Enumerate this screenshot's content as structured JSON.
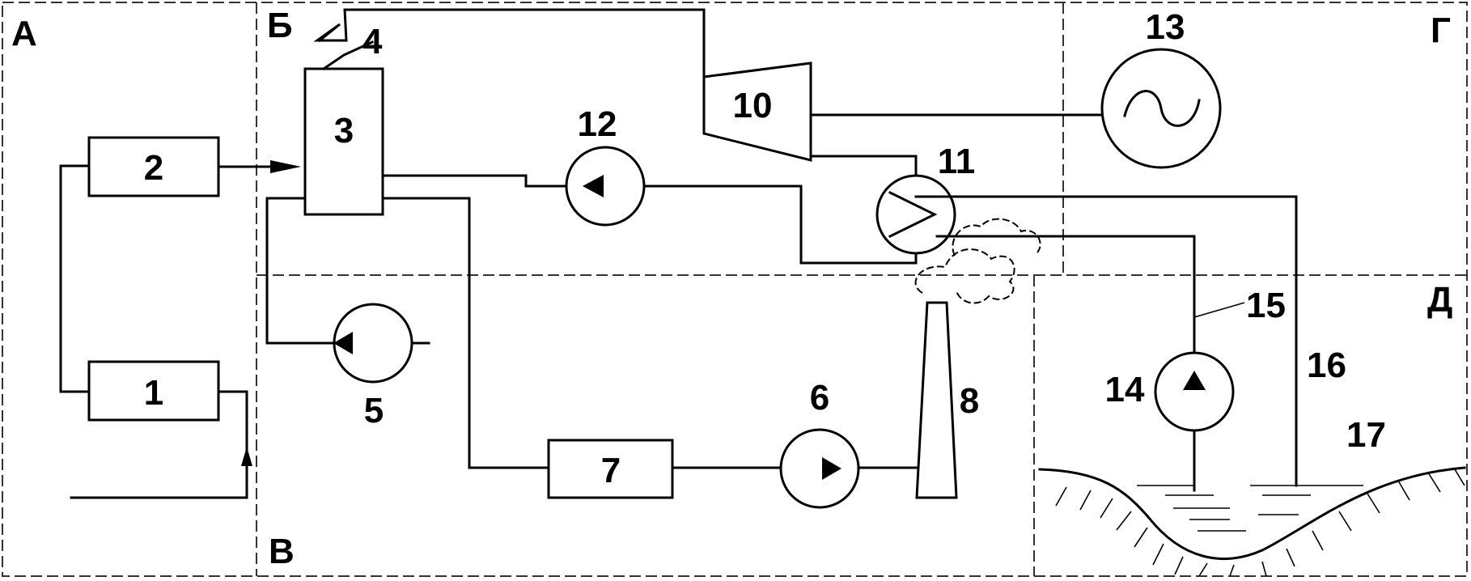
{
  "zones": {
    "a": "А",
    "b": "Б",
    "v": "В",
    "g": "Г",
    "d": "Д"
  },
  "labels": {
    "n1": "1",
    "n2": "2",
    "n3": "3",
    "n4": "4",
    "n5": "5",
    "n6": "6",
    "n7": "7",
    "n8": "8",
    "n10": "10",
    "n11": "11",
    "n12": "12",
    "n13": "13",
    "n14": "14",
    "n15": "15",
    "n16": "16",
    "n17": "17"
  }
}
